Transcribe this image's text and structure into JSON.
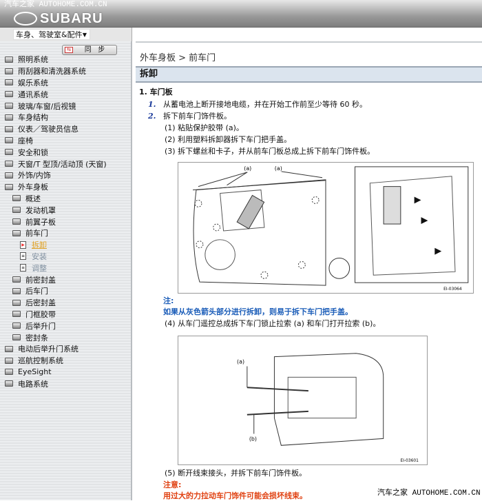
{
  "header": {
    "watermark": "汽车之家 AUTOHOME.COM.CN",
    "logo": "SUBARU"
  },
  "selector": {
    "value": "车身、驾驶室&配件"
  },
  "sidebar": {
    "sync_label": "同   步",
    "items": [
      {
        "label": "照明系统",
        "level": 0,
        "type": "folder"
      },
      {
        "label": "雨刮器和清洗器系统",
        "level": 0,
        "type": "folder"
      },
      {
        "label": "娱乐系统",
        "level": 0,
        "type": "folder"
      },
      {
        "label": "通讯系统",
        "level": 0,
        "type": "folder"
      },
      {
        "label": "玻璃/车窗/后视镜",
        "level": 0,
        "type": "folder"
      },
      {
        "label": "车身结构",
        "level": 0,
        "type": "folder"
      },
      {
        "label": "仪表／驾驶员信息",
        "level": 0,
        "type": "folder"
      },
      {
        "label": "座椅",
        "level": 0,
        "type": "folder"
      },
      {
        "label": "安全和锁",
        "level": 0,
        "type": "folder"
      },
      {
        "label": "天窗/T 型顶/活动顶 (天窗)",
        "level": 0,
        "type": "folder"
      },
      {
        "label": "外饰/内饰",
        "level": 0,
        "type": "folder"
      },
      {
        "label": "外车身板",
        "level": 0,
        "type": "folder-open"
      },
      {
        "label": "概述",
        "level": 1,
        "type": "folder"
      },
      {
        "label": "发动机罩",
        "level": 1,
        "type": "folder"
      },
      {
        "label": "前翼子板",
        "level": 1,
        "type": "folder"
      },
      {
        "label": "前车门",
        "level": 1,
        "type": "folder-open"
      },
      {
        "label": "拆卸",
        "level": 2,
        "type": "doc-active"
      },
      {
        "label": "安装",
        "level": 2,
        "type": "doc"
      },
      {
        "label": "调整",
        "level": 2,
        "type": "doc"
      },
      {
        "label": "前密封盖",
        "level": 1,
        "type": "folder"
      },
      {
        "label": "后车门",
        "level": 1,
        "type": "folder"
      },
      {
        "label": "后密封盖",
        "level": 1,
        "type": "folder"
      },
      {
        "label": "门框胶带",
        "level": 1,
        "type": "folder"
      },
      {
        "label": "后举升门",
        "level": 1,
        "type": "folder"
      },
      {
        "label": "密封条",
        "level": 1,
        "type": "folder"
      },
      {
        "label": "电动后举升门系统",
        "level": 0,
        "type": "folder"
      },
      {
        "label": "巡航控制系统",
        "level": 0,
        "type": "folder"
      },
      {
        "label": "EyeSight",
        "level": 0,
        "type": "folder"
      },
      {
        "label": "电路系统",
        "level": 0,
        "type": "folder"
      }
    ]
  },
  "main": {
    "breadcrumb": "外车身板 > 前车门",
    "title": "拆卸",
    "section": "1.  车门板",
    "step1_num": "1.",
    "step1": "从蓄电池上断开接地电缆，并在开始工作前至少等待 60 秒。",
    "step2_num": "2.",
    "step2": "拆下前车门饰件板。",
    "sub1": "(1) 粘贴保护胶带 (a)。",
    "sub2": "(2) 利用塑料拆卸器拆下车门把手盖。",
    "sub3": "(3) 拆下螺丝和卡子，并从前车门板总成上拆下前车门饰件板。",
    "fig1": {
      "label_a1": "(a)",
      "label_a2": "(a)",
      "code": "EI-03064"
    },
    "note_label": "注:",
    "note_text": "如果从灰色箭头部分进行拆卸，则易于拆下车门把手盖。",
    "sub4": "(4) 从车门遥控总成拆下车门锁止拉索 (a) 和车门打开拉索 (b)。",
    "fig2": {
      "label_a": "(a)",
      "label_b": "(b)",
      "code": "EI-03601"
    },
    "sub5": "(5) 断开线束接头，并拆下前车门饰件板。",
    "caution_label": "注意:",
    "caution_text": "用过大的力拉动车门饰件可能会损坏线束。"
  },
  "footer_watermark": "汽车之家 AUTOHOME.COM.CN"
}
